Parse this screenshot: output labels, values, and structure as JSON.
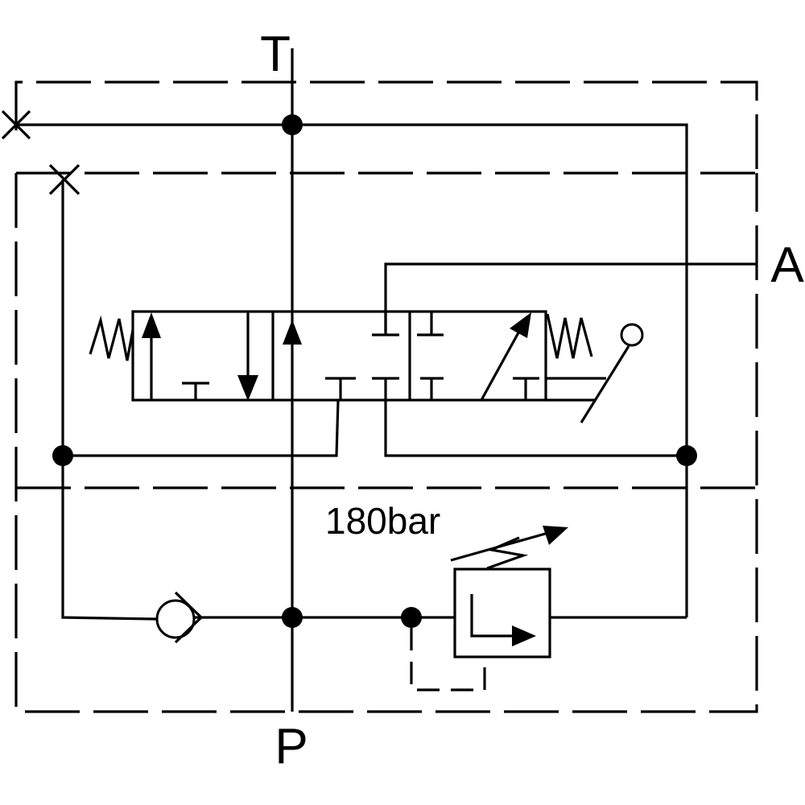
{
  "diagram": {
    "type": "hydraulic-schematic",
    "ports": {
      "tank": "T",
      "pressure": "P",
      "work": "A"
    },
    "relief_valve": {
      "setting_label": "180bar"
    },
    "components": [
      "directional-control-valve-3-position",
      "spring-return-left",
      "spring-return-right",
      "lever-operator",
      "check-valve",
      "pressure-relief-valve",
      "junction-dots",
      "plugged-ports"
    ],
    "colors": {
      "line": "#000000",
      "background": "#ffffff"
    }
  }
}
